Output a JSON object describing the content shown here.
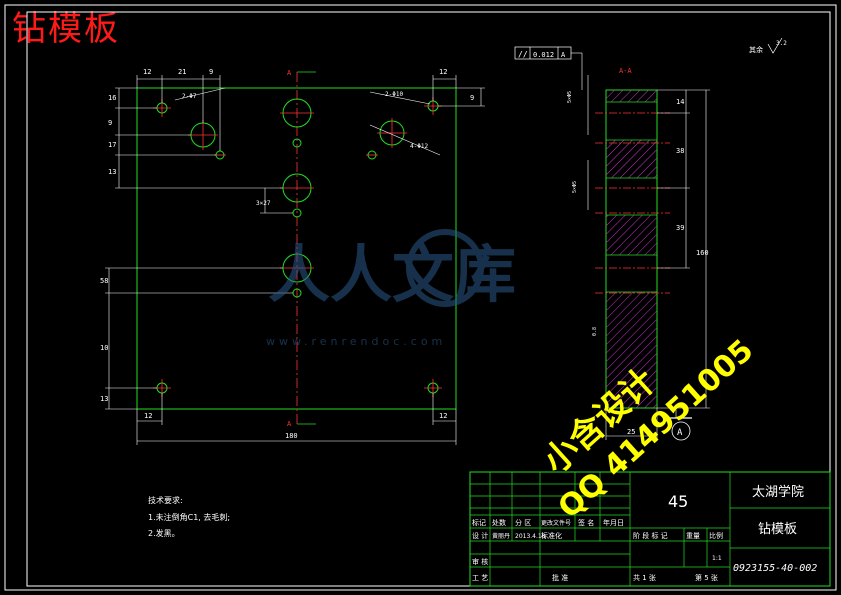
{
  "page_title": "钻模板",
  "watermark": {
    "brand": "人人文库",
    "url": "www.renrendoc.com"
  },
  "overlay_text": {
    "line1": "小含设计",
    "line2": "QQ 414951005"
  },
  "main_view": {
    "section_marker": "A",
    "dims": {
      "top_left_1": "12",
      "top_left_2": "21",
      "top_left_3": "9",
      "top_right_1": "12",
      "right_top": "9",
      "left_1": "16",
      "left_2": "9",
      "left_3": "17",
      "left_4": "13",
      "left_5": "58",
      "left_6": "10",
      "mid_small": "3×27",
      "bottom_left": "12",
      "bottom_right": "12",
      "bottom_total": "180",
      "hole_note_1": "2-Φ7",
      "hole_note_2": "2-Φ10",
      "hole_note_3": "4-Φ12"
    }
  },
  "section_view": {
    "label": "A-A",
    "tolerance_symbol": "//",
    "tolerance_value": "0.012",
    "tolerance_datum": "A",
    "datum_label": "A",
    "roughness_note": "其余",
    "roughness_value": "3.2",
    "dims": {
      "d1": "14",
      "d2": "38",
      "d3": "39",
      "d4": "160",
      "width": "25",
      "side_1": "5×Φ5",
      "side_2": "5×Φ5",
      "side_3": "0.8"
    }
  },
  "tech_notes": {
    "heading": "技术要求:",
    "item1": "1.未注倒角C1, 去毛刺;",
    "item2": "2.发黑。"
  },
  "title_block": {
    "material": "45",
    "school": "太湖学院",
    "part_name": "钻模板",
    "drawing_no": "0923155-40-002",
    "row_labels": [
      "标记",
      "处数",
      "分 区",
      "更改文件号",
      "签 名",
      "年月日"
    ],
    "design_label": "设 计",
    "designer": "黄丽丹",
    "date": "2013.4.18",
    "std_label": "标准化",
    "stage_labels": [
      "阶 段 标 记",
      "重量",
      "比例"
    ],
    "scale": "1:1",
    "review_label": "审 核",
    "process_label": "工 艺",
    "approve_label": "批 准",
    "sheet_total": "共 1 张",
    "sheet_no": "第 5 张"
  }
}
